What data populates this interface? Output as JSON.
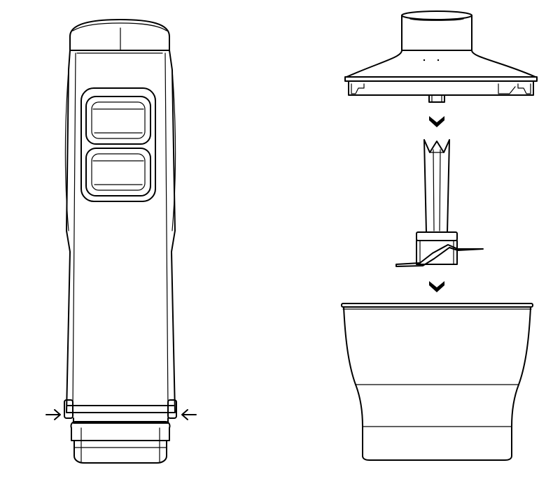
{
  "diagram": {
    "kind": "assembly-instruction",
    "components": [
      {
        "id": "motor-handle",
        "icon": "hand-blender-motor-unit"
      },
      {
        "id": "chopper-lid",
        "icon": "chopper-lid-gearbox"
      },
      {
        "id": "chopper-blade",
        "icon": "chopper-blade-shaft"
      },
      {
        "id": "chopper-bowl",
        "icon": "chopper-bowl"
      }
    ],
    "arrows": [
      {
        "id": "press-right",
        "icon": "arrow-right-icon",
        "glyph": "→"
      },
      {
        "id": "press-left",
        "icon": "arrow-left-icon",
        "glyph": "←"
      },
      {
        "id": "step-down-1",
        "icon": "chevron-down-icon"
      },
      {
        "id": "step-down-2",
        "icon": "chevron-down-icon"
      }
    ],
    "colors": {
      "line": "#000000",
      "background": "#ffffff"
    }
  }
}
